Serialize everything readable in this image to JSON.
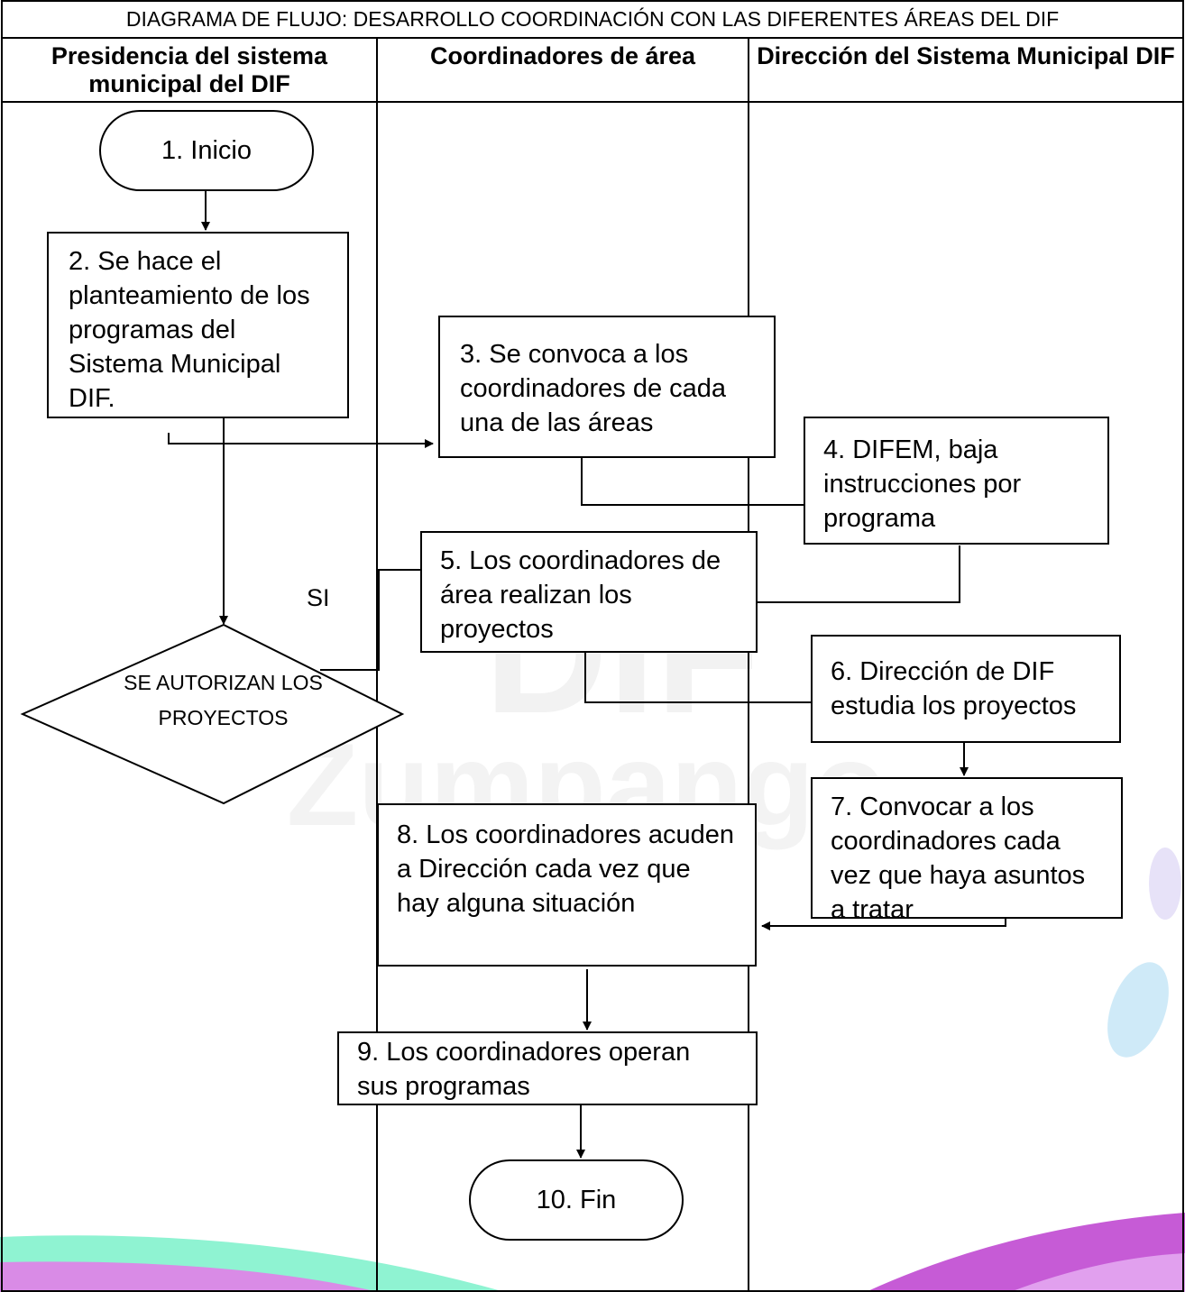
{
  "title": "DIAGRAMA DE FLUJO: DESARROLLO COORDINACIÓN CON LAS DIFERENTES ÁREAS DEL DIF",
  "lanes": [
    "Presidencia del sistema municipal del DIF",
    "Coordinadores de área",
    "Dirección del Sistema Municipal DIF"
  ],
  "nodes": {
    "inicio": "1. Inicio",
    "planteamiento": "2. Se hace el planteamiento de los programas del Sistema Municipal DIF.",
    "convoca": "3. Se convoca a los coordinadores de cada una de las áreas",
    "difem": "4. DIFEM, baja instrucciones por programa",
    "realizan": "5. Los coordinadores de área realizan los proyectos",
    "estudia": "6. Dirección de DIF estudia los proyectos",
    "convocar": "7. Convocar a los coordinadores cada vez que haya asuntos a tratar",
    "acuden": "8. Los coordinadores acuden a Dirección cada vez que hay alguna situación",
    "operan": "9. Los coordinadores operan sus programas",
    "fin": "10. Fin",
    "decision": "SE AUTORIZAN LOS PROYECTOS"
  },
  "edge_labels": {
    "si": "SI"
  },
  "watermark": {
    "text": "DIF Zumpango",
    "colors": [
      "#f2f2f2",
      "#5ff0c8",
      "#c65bd6",
      "#5cc8e8"
    ]
  }
}
